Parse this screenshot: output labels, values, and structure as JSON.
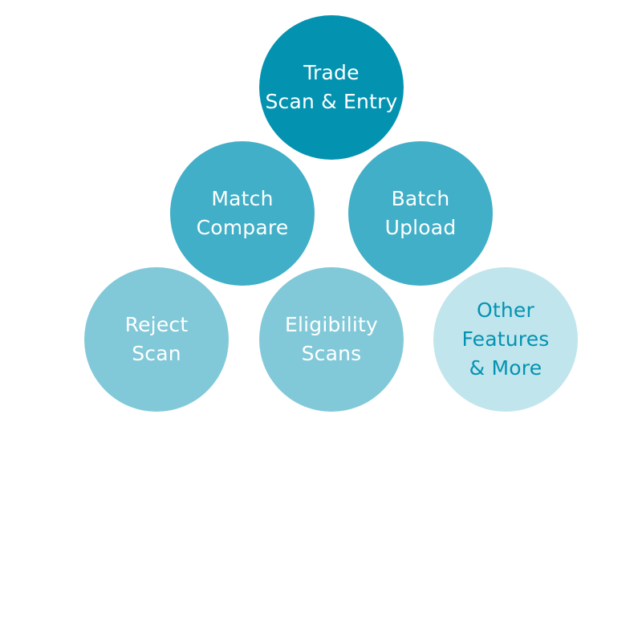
{
  "colors": {
    "tier_1": "#0393b1",
    "tier_2": "#41afc7",
    "tier_3": "#81c9d8",
    "tier_4": "#c1e5ed",
    "text_light": "#ffffff",
    "text_dark": "#0393b1"
  },
  "features": {
    "trade": {
      "label": "Trade\nScan & Entry"
    },
    "match": {
      "label": "Match\nCompare"
    },
    "batch": {
      "label": "Batch\nUpload"
    },
    "reject": {
      "label": "Reject\nScan"
    },
    "eligibility": {
      "label": "Eligibility\nScans"
    },
    "other": {
      "label": "Other\nFeatures\n& More"
    }
  }
}
